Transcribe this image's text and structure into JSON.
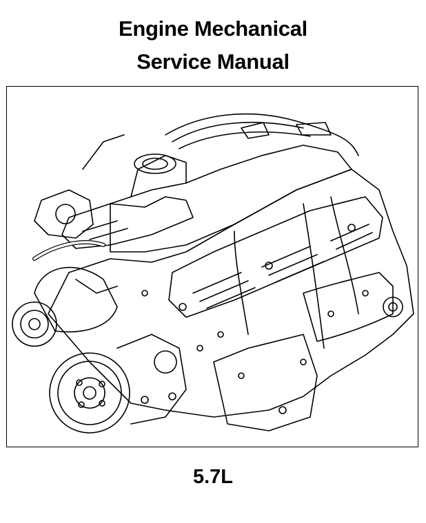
{
  "title": {
    "line1": "Engine Mechanical",
    "line2": "Service Manual"
  },
  "figure": {
    "subject": "engine-line-drawing-illustration"
  },
  "engine_size": "5.7L"
}
